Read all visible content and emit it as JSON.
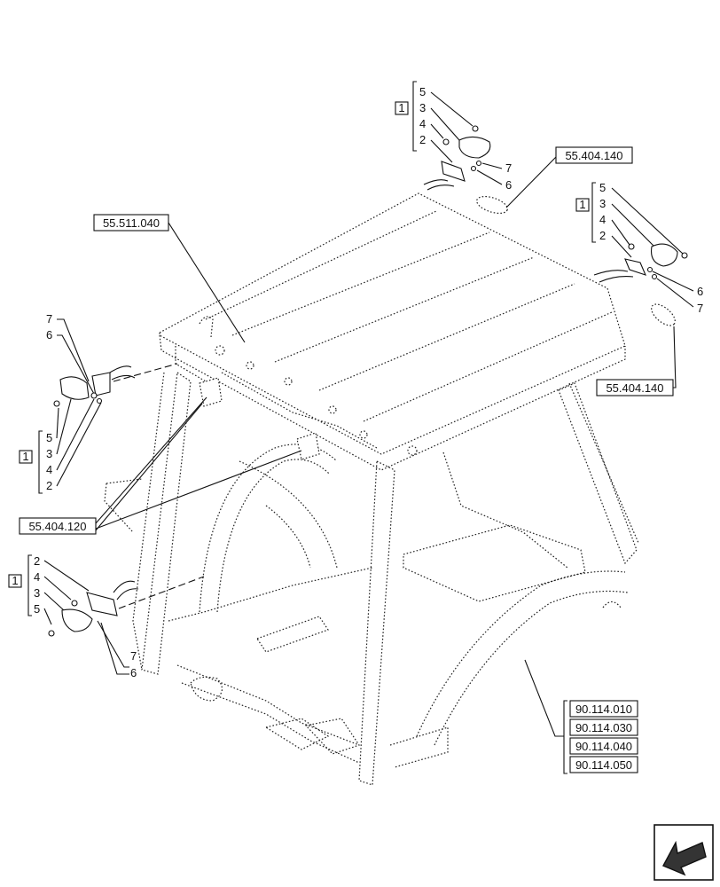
{
  "references": {
    "r1": "55.404.140",
    "r2": "55.511.040",
    "r3": "55.404.140",
    "r4": "55.404.120",
    "r5": [
      "90.114.010",
      "90.114.030",
      "90.114.040",
      "90.114.050"
    ]
  },
  "group_tag": "1",
  "callouts": {
    "top": [
      "5",
      "3",
      "4",
      "2",
      "7",
      "6"
    ],
    "right": [
      "5",
      "3",
      "4",
      "2",
      "6",
      "7"
    ],
    "left_upper": [
      "7",
      "6",
      "5",
      "3",
      "4",
      "2"
    ],
    "left_lower": [
      "2",
      "4",
      "3",
      "5",
      "7",
      "6"
    ]
  }
}
